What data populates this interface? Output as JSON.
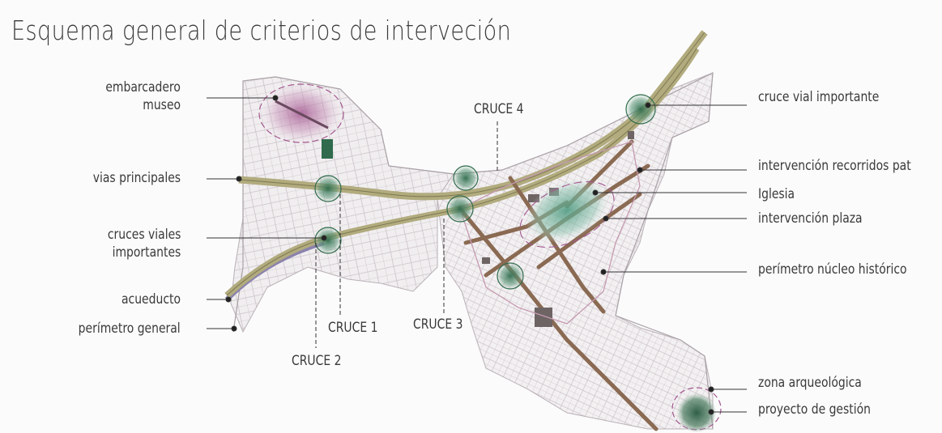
{
  "title": "Esquema general de criterios de interveción",
  "colors": {
    "road": "#b1ab7e",
    "street": "#8a6a52",
    "aqueduct": "#8a82ad",
    "node": "#2f6b4c",
    "museum": "#a35890",
    "plaza": "#5fa48c",
    "block": "#ece9eb"
  },
  "labels_left": {
    "embarcadero": "embarcadero",
    "museo": "museo",
    "vias": "vias principales",
    "cruces_1": "cruces viales",
    "cruces_2": "importantes",
    "acueducto": "acueducto",
    "perimetro_general": "perímetro general"
  },
  "labels_right": {
    "cruce_vial": "cruce vial importante",
    "recorridos": "intervención recorridos pat",
    "iglesia": "Iglesia",
    "plaza": "intervención plaza",
    "perimetro_nucleo": "perímetro núcleo histórico",
    "zona": "zona arqueológica",
    "proyecto": "proyecto de gestión"
  },
  "crossings": {
    "c1": "CRUCE 1",
    "c2": "CRUCE 2",
    "c3": "CRUCE 3",
    "c4": "CRUCE 4"
  }
}
